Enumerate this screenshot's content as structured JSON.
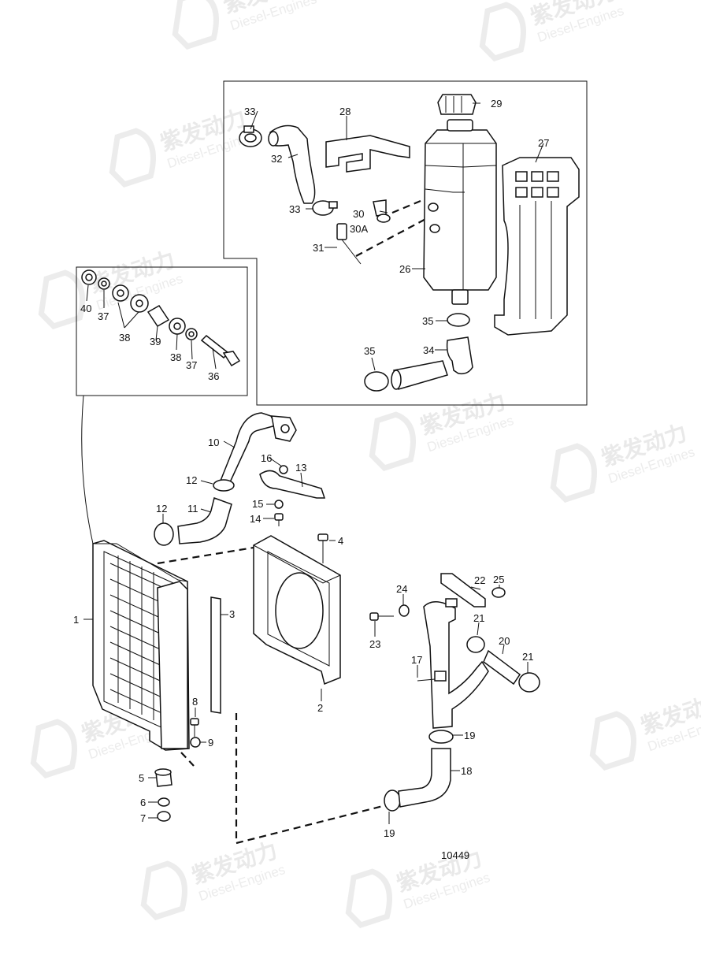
{
  "diagram": {
    "drawing_number": "10449",
    "watermark": {
      "text": "紫发动力",
      "sub": "Diesel-Engines"
    },
    "labels": [
      {
        "id": "1",
        "text": "1"
      },
      {
        "id": "2",
        "text": "2"
      },
      {
        "id": "3",
        "text": "3"
      },
      {
        "id": "4",
        "text": "4"
      },
      {
        "id": "5",
        "text": "5"
      },
      {
        "id": "6",
        "text": "6"
      },
      {
        "id": "7",
        "text": "7"
      },
      {
        "id": "8",
        "text": "8"
      },
      {
        "id": "9",
        "text": "9"
      },
      {
        "id": "10",
        "text": "10"
      },
      {
        "id": "11",
        "text": "11"
      },
      {
        "id": "12a",
        "text": "12"
      },
      {
        "id": "12b",
        "text": "12"
      },
      {
        "id": "13",
        "text": "13"
      },
      {
        "id": "14",
        "text": "14"
      },
      {
        "id": "15",
        "text": "15"
      },
      {
        "id": "16",
        "text": "16"
      },
      {
        "id": "17",
        "text": "17"
      },
      {
        "id": "18",
        "text": "18"
      },
      {
        "id": "19a",
        "text": "19"
      },
      {
        "id": "19b",
        "text": "19"
      },
      {
        "id": "20",
        "text": "20"
      },
      {
        "id": "21a",
        "text": "21"
      },
      {
        "id": "21b",
        "text": "21"
      },
      {
        "id": "22",
        "text": "22"
      },
      {
        "id": "23",
        "text": "23"
      },
      {
        "id": "24",
        "text": "24"
      },
      {
        "id": "25",
        "text": "25"
      },
      {
        "id": "26",
        "text": "26"
      },
      {
        "id": "27",
        "text": "27"
      },
      {
        "id": "28",
        "text": "28"
      },
      {
        "id": "29",
        "text": "29"
      },
      {
        "id": "30",
        "text": "30"
      },
      {
        "id": "30A",
        "text": "30A"
      },
      {
        "id": "31",
        "text": "31"
      },
      {
        "id": "32",
        "text": "32"
      },
      {
        "id": "33a",
        "text": "33"
      },
      {
        "id": "33b",
        "text": "33"
      },
      {
        "id": "34",
        "text": "34"
      },
      {
        "id": "35a",
        "text": "35"
      },
      {
        "id": "35b",
        "text": "35"
      },
      {
        "id": "36",
        "text": "36"
      },
      {
        "id": "37a",
        "text": "37"
      },
      {
        "id": "37b",
        "text": "37"
      },
      {
        "id": "38a",
        "text": "38"
      },
      {
        "id": "38b",
        "text": "38"
      },
      {
        "id": "39",
        "text": "39"
      },
      {
        "id": "40",
        "text": "40"
      }
    ]
  }
}
